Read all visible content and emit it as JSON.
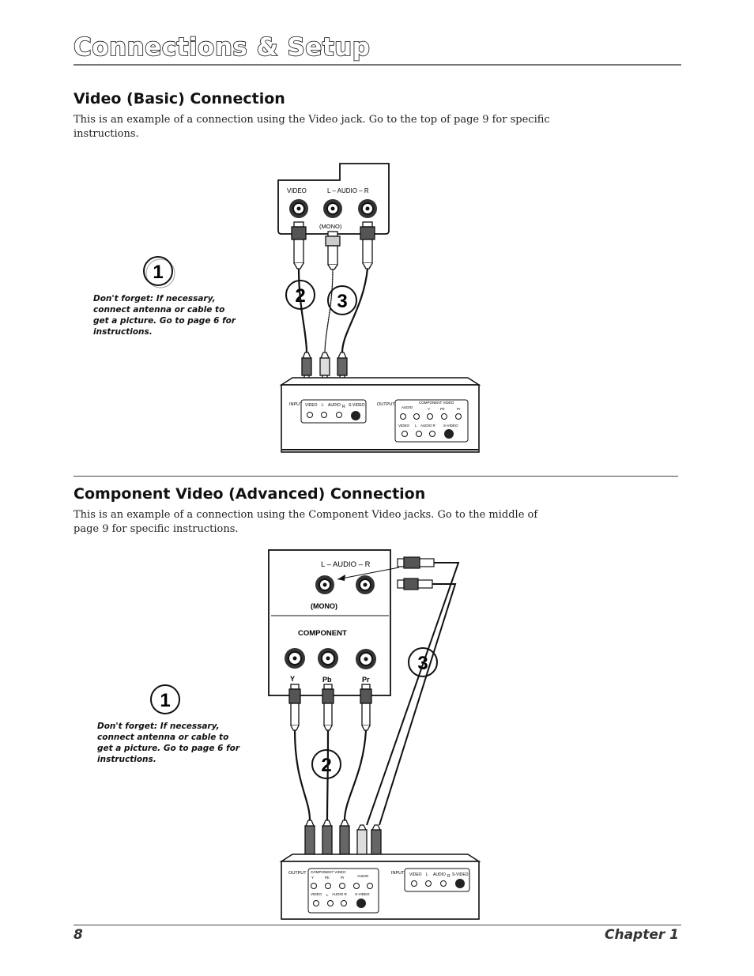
{
  "header": {
    "title": "Connections & Setup"
  },
  "section1": {
    "heading": "Video (Basic) Connection",
    "body": "This is an example of a connection using the Video jack. Go to the top of page 9 for specific instructions.",
    "note": "Don't forget: If necessary, connect antenna or cable to get a picture. Go to page 6 for instructions.",
    "steps": [
      "1",
      "2",
      "3"
    ],
    "tv_panel": {
      "video": "VIDEO",
      "audio": "L – AUDIO – R",
      "mono": "(MONO)"
    },
    "device": {
      "input": "INPUT",
      "output": "OUTPUT",
      "video": "VIDEO",
      "l": "L",
      "audio": "AUDIO",
      "r": "R",
      "svideo": "S-VIDEO",
      "component_video": "COMPONENT VIDEO",
      "y": "Y",
      "pb": "Pb",
      "pr": "Pr",
      "audio_r": "AUDIO R"
    }
  },
  "section2": {
    "heading": "Component Video (Advanced) Connection",
    "body": "This is an example of a connection using the Component Video jacks. Go to the middle of page 9 for specific instructions.",
    "note": "Don't forget: If necessary, connect antenna or cable to get a picture. Go to page 6 for instructions.",
    "steps": [
      "1",
      "2",
      "3"
    ],
    "tv_panel": {
      "audio": "L – AUDIO – R",
      "mono": "(MONO)",
      "component": "COMPONENT",
      "y": "Y",
      "pb": "Pb",
      "pr": "Pr"
    },
    "device": {
      "output": "OUTPUT",
      "input": "INPUT",
      "component_video": "COMPONENT VIDEO",
      "y": "Y",
      "pb": "Pb",
      "pr": "Pr",
      "audio": "AUDIO",
      "l": "L",
      "r": "R",
      "video": "VIDEO",
      "audio_r": "AUDIO R",
      "svideo": "S-VIDEO"
    }
  },
  "footer": {
    "page_number": "8",
    "chapter": "Chapter 1"
  }
}
